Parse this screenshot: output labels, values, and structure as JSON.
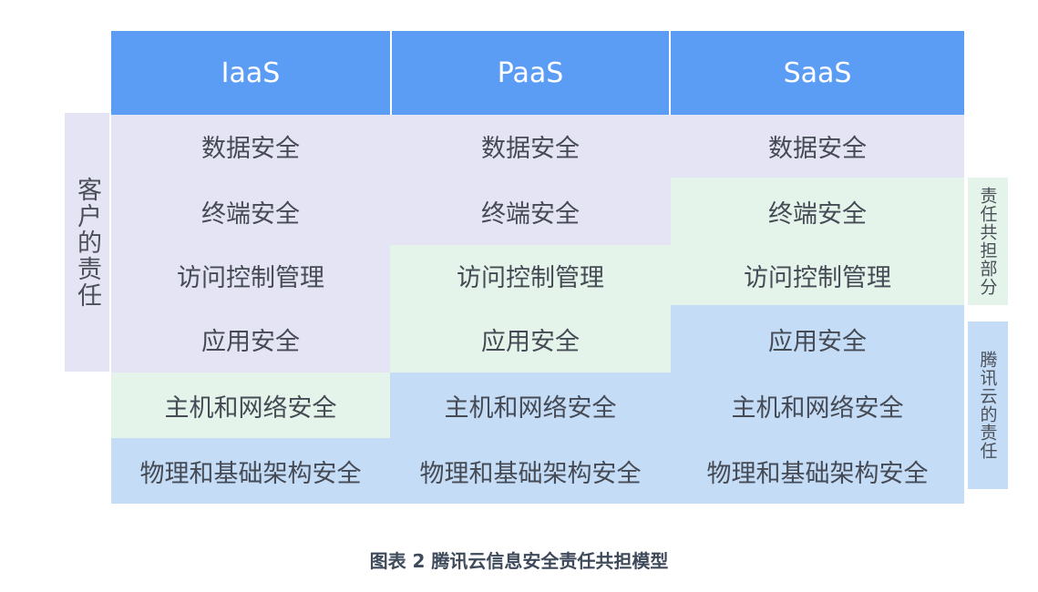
{
  "headers": [
    "IaaS",
    "PaaS",
    "SaaS"
  ],
  "rows": [
    {
      "cells": [
        "数据安全",
        "数据安全",
        "数据安全"
      ]
    },
    {
      "cells": [
        "终端安全",
        "终端安全",
        "终端安全"
      ]
    },
    {
      "cells": [
        "访问控制管理",
        "访问控制管理",
        "访问控制管理"
      ]
    },
    {
      "cells": [
        "应用安全",
        "应用安全",
        "应用安全"
      ]
    },
    {
      "cells": [
        "主机和网络安全",
        "主机和网络安全",
        "主机和网络安全"
      ]
    },
    {
      "cells": [
        "物理和基础架构安全",
        "物理和基础架构安全",
        "物理和基础架构安全"
      ]
    }
  ],
  "side_labels": {
    "customer": "客户的责任",
    "shared": "责任共担部分",
    "tencent": "腾讯云的责任"
  },
  "caption": "图表 2 腾讯云信息安全责任共担模型",
  "colors": {
    "header": "#5b9df5",
    "customer": "#e4e4f4",
    "shared": "#e4f4ea",
    "tencent": "#c4dcf6"
  }
}
